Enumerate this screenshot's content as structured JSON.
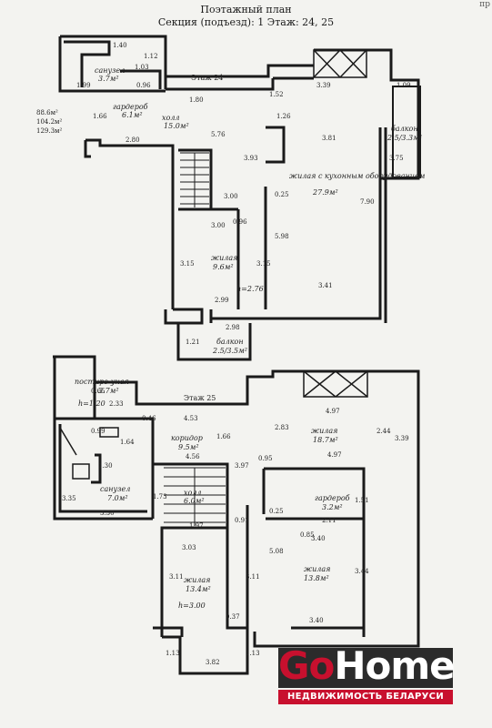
{
  "header": {
    "title": "Поэтажный план",
    "section_line": "Секция (подъезд): 1    Этаж: 24, 25",
    "corner": "пр"
  },
  "floor24": {
    "floor_label": "Этаж 24",
    "rooms": {
      "bath": "санузел",
      "bath_area": "3.7м²",
      "wardrobe": "гардероб",
      "wardrobe_area": "6.1м²",
      "hall": "холл",
      "hall_area": "15.0м²",
      "kitchen_living": "жилая с кухонным оборудованием",
      "kitchen_living_area": "27.9м²",
      "balcony_top": "балкон",
      "balcony_top_area": "2.5/3.3м²",
      "room": "жилая",
      "room_area": "9.6м²",
      "height": "h=2.76",
      "balcony_bottom": "балкон",
      "balcony_bottom_area": "2.5/3.5м²",
      "totals": [
        "88.6м²",
        "104.2м²",
        "129.3м²"
      ]
    },
    "dims": {
      "d1": "1.40",
      "d2": "1.12",
      "d3": "1.03",
      "d4": "0.96",
      "d5": "1.99",
      "d6": "1.66",
      "d7": "1.80",
      "d8": "1.52",
      "d9": "3.39",
      "d10": "1.09",
      "d11": "5.76",
      "d12": "3.81",
      "d13": "2.80",
      "d14": "3.93",
      "d15": "3.00",
      "d16": "3.00",
      "d17": "0.96",
      "d18": "0.25",
      "d19": "7.90",
      "d20": "5.98",
      "d21": "3.15",
      "d22": "3.15",
      "d23": "3.41",
      "d24": "2.99",
      "d25": "2.98",
      "d26": "1.21",
      "d27": "1.26",
      "d28": "3.75"
    }
  },
  "floor25": {
    "floor_label": "Этаж 25",
    "rooms": {
      "laundry": "постиро-уная",
      "laundry_area": "3.7м²",
      "h120": "h=1.20",
      "bath": "санузел",
      "bath_area": "7.0м²",
      "corridor": "коридор",
      "corridor_area": "9.5м²",
      "room1": "жилая",
      "room1_area": "18.7м²",
      "wardrobe": "гардероб",
      "wardrobe_area": "3.2м²",
      "hall": "холл",
      "hall_area": "6.0м²",
      "room2": "жилая",
      "room2_area": "13.8м²",
      "room3": "жилая",
      "room3_area": "13.4м²",
      "height": "h=3.00"
    },
    "dims": {
      "e1": "0.65",
      "e2": "2.33",
      "e3": "0.99",
      "e4": "0.46",
      "e5": "4.53",
      "e6": "4.97",
      "e7": "2.83",
      "e8": "2.44",
      "e9": "3.39",
      "e10": "1.64",
      "e11": "1.66",
      "e12": "4.56",
      "e13": "4.97",
      "e14": "1.30",
      "e15": "3.97",
      "e16": "0.95",
      "e17": "3.35",
      "e18": "1.73",
      "e19": "3.30",
      "e20": "0.91",
      "e21": "0.25",
      "e22": "1.97",
      "e23": "2.11",
      "e24": "3.40",
      "e25": "5.08",
      "e26": "3.03",
      "e27": "3.11",
      "e28": "3.11",
      "e29": "3.44",
      "e30": "3.40",
      "e31": "0.37",
      "e32": "1.13",
      "e33": "1.13",
      "e34": "3.82",
      "e35": "1.51",
      "e36": "0.85"
    }
  },
  "logo": {
    "go": "Go",
    "home": "Home",
    "tagline": "НЕДВИЖИМОСТЬ БЕЛАРУСИ"
  }
}
